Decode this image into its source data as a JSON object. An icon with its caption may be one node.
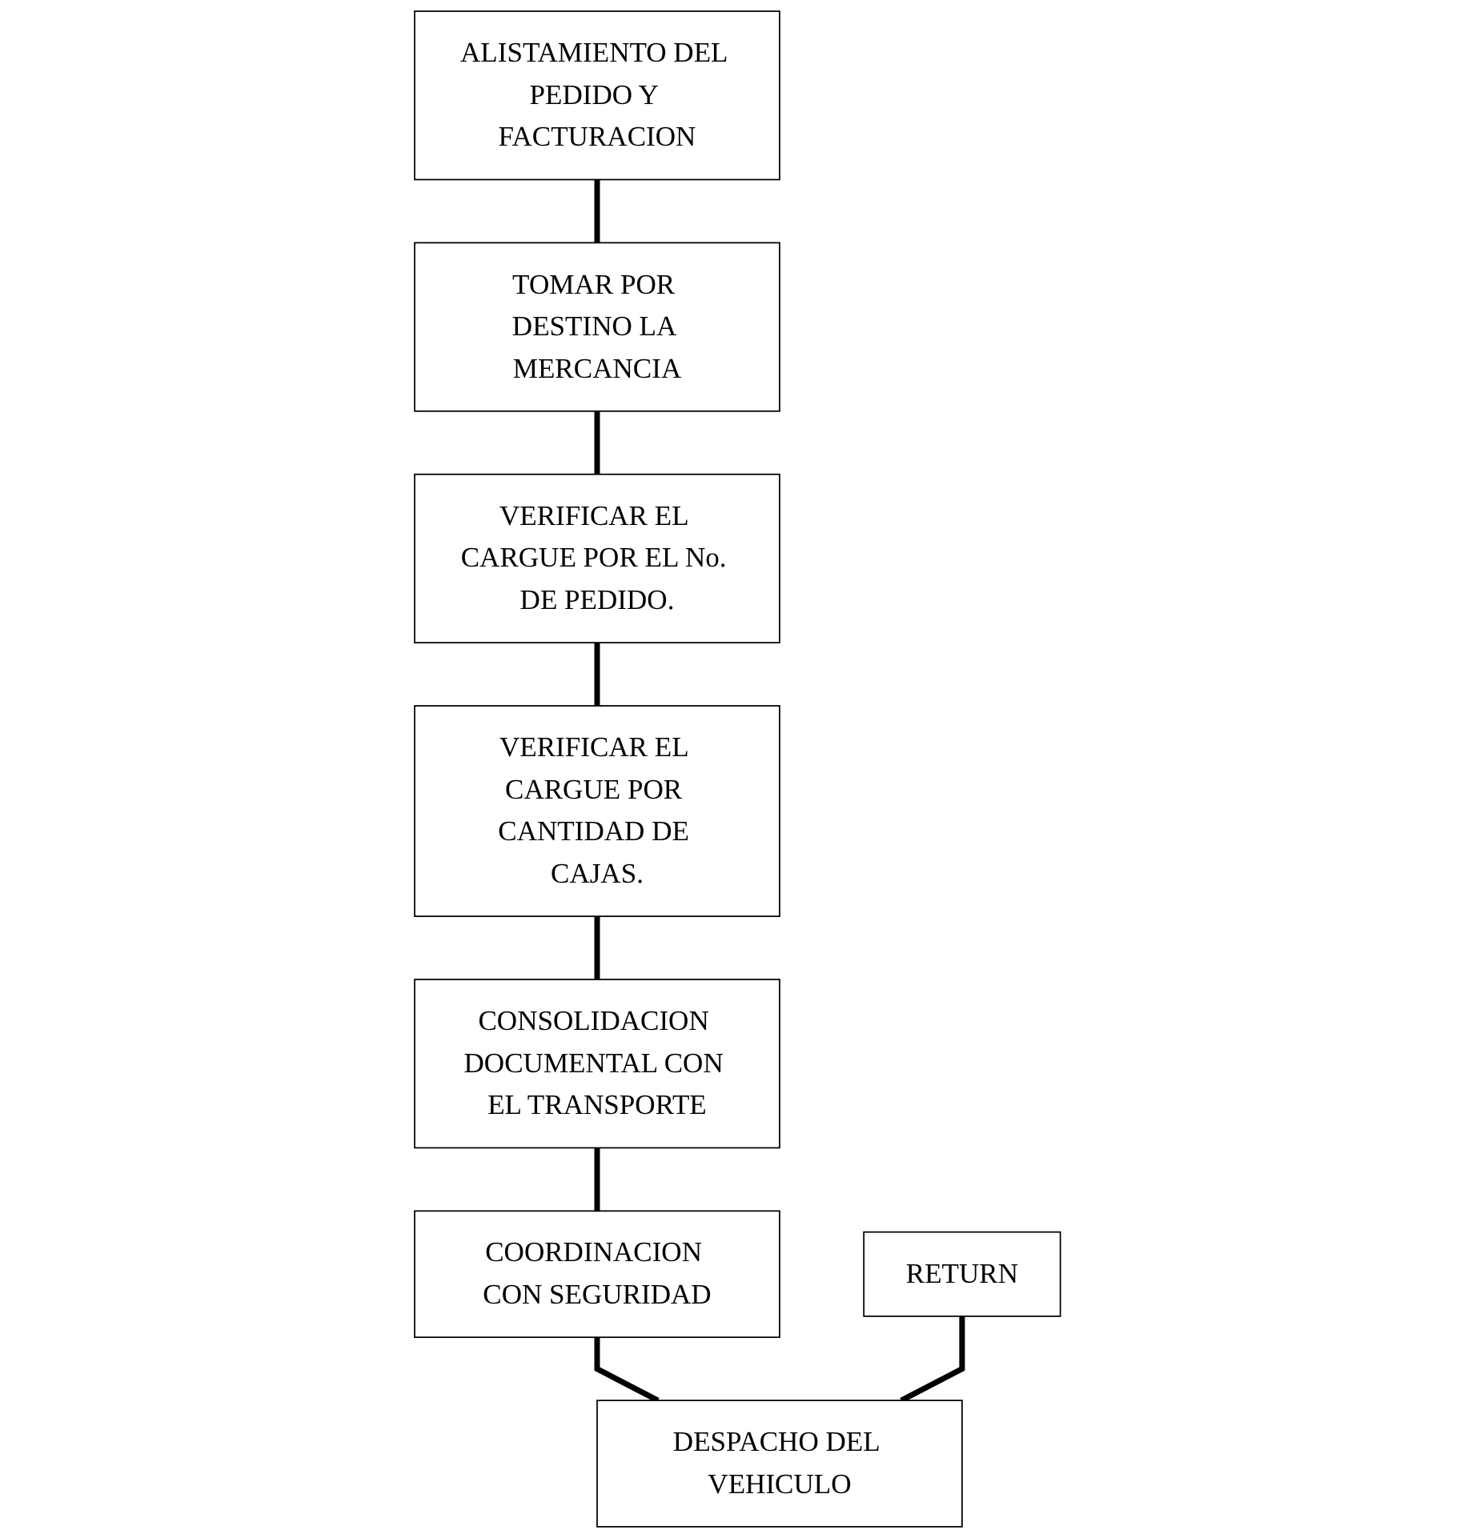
{
  "diagram": {
    "nodes": [
      {
        "text": [
          "ALISTAMIENTO DEL PEDIDO Y FACTURACION"
        ]
      },
      {
        "text": [
          "TOMAR POR DESTINO LA MERCANCIA"
        ]
      },
      {
        "text": [
          "VERIFICAR EL CARGUE POR EL No. DE PEDIDO."
        ]
      },
      {
        "text": [
          "VERIFICAR EL CARGUE POR CANTIDAD DE CAJAS."
        ]
      },
      {
        "text": [
          "CONSOLIDACION DOCUMENTAL CON EL TRANSPORTE"
        ]
      },
      {
        "text": [
          "COORDINACION CON SEGURIDAD"
        ]
      },
      {
        "text": [
          "RETURN"
        ]
      },
      {
        "text": [
          "DESPACHO DEL VEHICULO"
        ]
      }
    ],
    "edges": [
      {
        "from": 0,
        "to": 1,
        "arrow": "none"
      },
      {
        "from": 1,
        "to": 2,
        "arrow": "none"
      },
      {
        "from": 2,
        "to": 3,
        "arrow": "none"
      },
      {
        "from": 3,
        "to": 4,
        "arrow": "none"
      },
      {
        "from": 4,
        "to": 5,
        "arrow": "none"
      },
      {
        "from": 5,
        "to": 7,
        "arrow": "none"
      },
      {
        "from": 6,
        "to": 7,
        "arrow": "none"
      }
    ]
  }
}
